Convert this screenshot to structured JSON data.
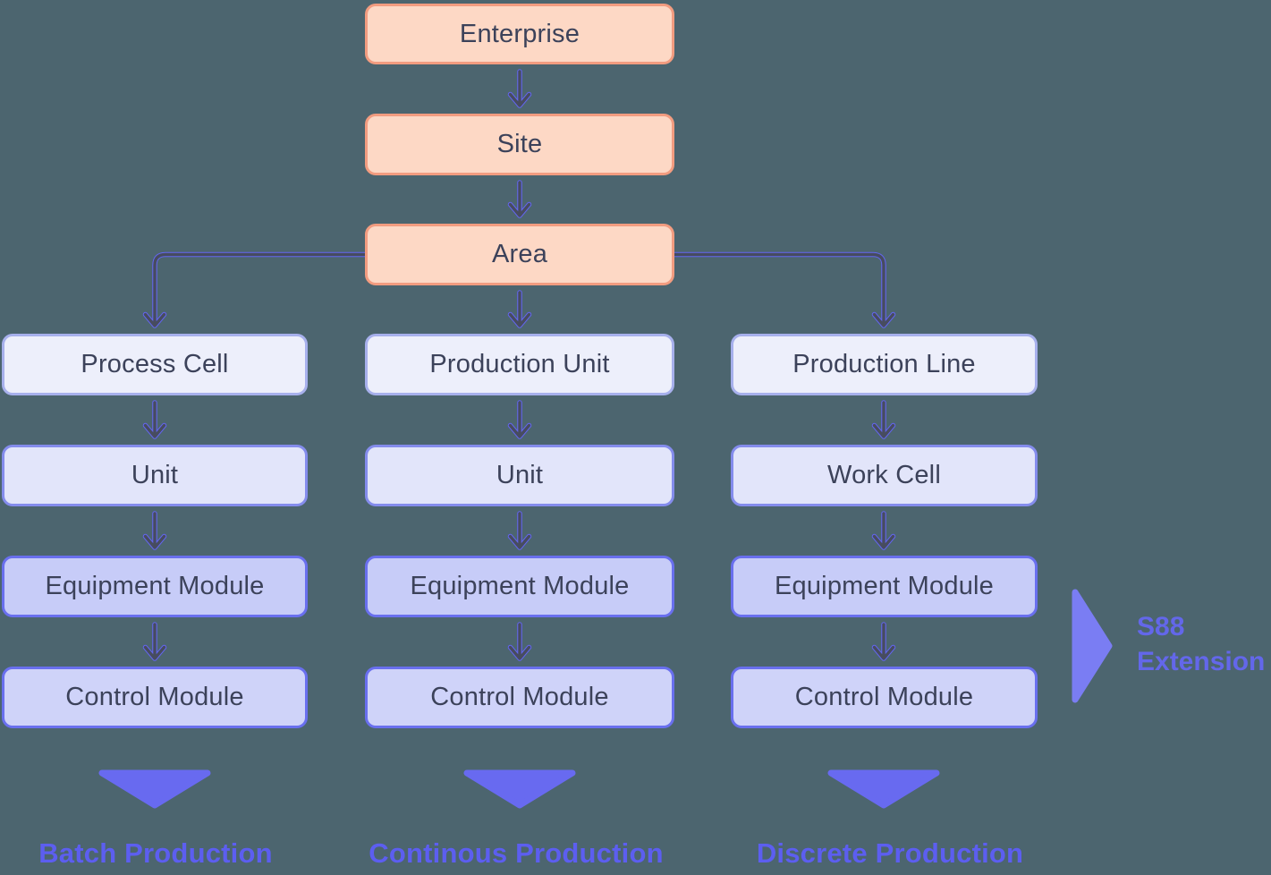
{
  "colors": {
    "background": "#4c656f",
    "root_node_fill": "#fdd8c5",
    "root_node_border": "#f29c80",
    "level1_fill": "#edeffb",
    "level2_fill": "#e2e5fa",
    "level3_fill": "#c7ccf8",
    "level4_fill": "#cfd3f9",
    "node_border_purple": "#696fee",
    "node_text": "#3c425a",
    "connector": "#474c5f",
    "connector_halo": "#6366f1",
    "triangle_down": "#686af0",
    "triangle_side": "#7a7df3",
    "production_label_text": "#5c5ef0",
    "annotation_text": "#6367ea"
  },
  "hierarchy": {
    "top_nodes": [
      "Enterprise",
      "Site",
      "Area"
    ],
    "columns": [
      {
        "nodes": [
          "Process Cell",
          "Unit",
          "Equipment Module",
          "Control Module"
        ],
        "production_type": "Batch Production"
      },
      {
        "nodes": [
          "Production Unit",
          "Unit",
          "Equipment Module",
          "Control Module"
        ],
        "production_type": "Continous Production"
      },
      {
        "nodes": [
          "Production Line",
          "Work Cell",
          "Equipment Module",
          "Control Module"
        ],
        "production_type": "Discrete Production"
      }
    ],
    "annotation": {
      "line1": "S88",
      "line2": "Extension"
    }
  }
}
